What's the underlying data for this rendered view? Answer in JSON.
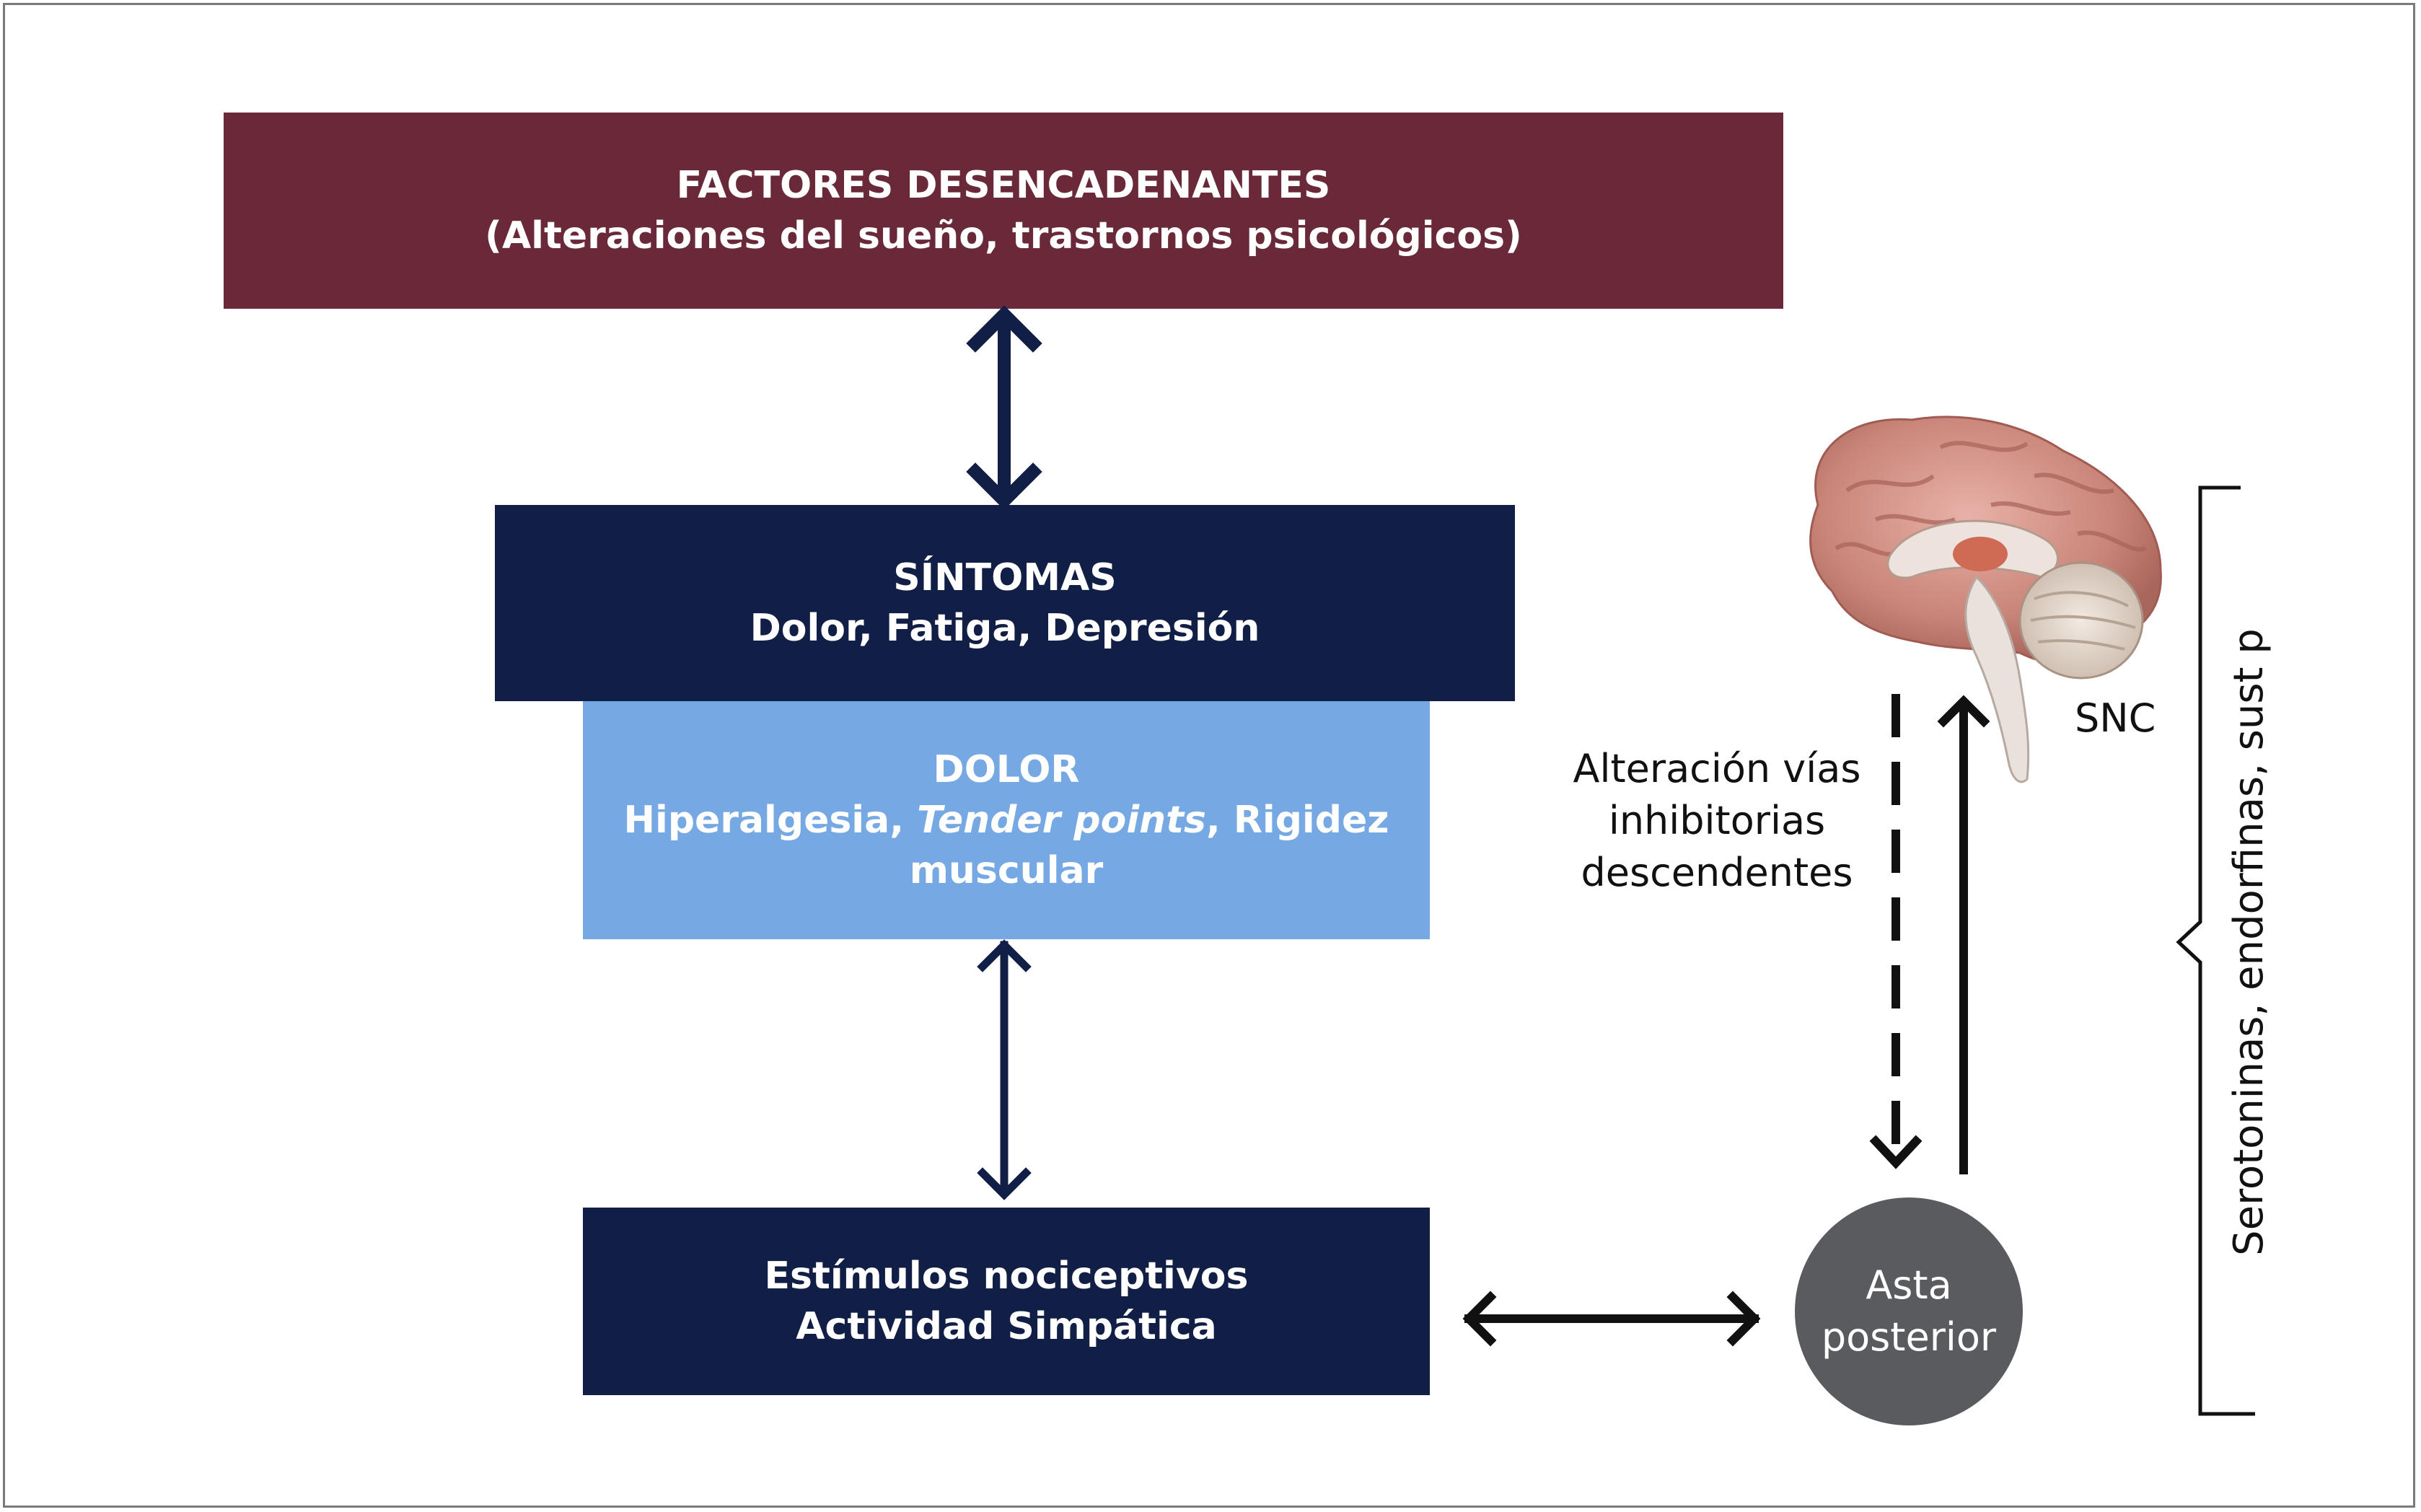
{
  "factores": {
    "title": "FACTORES DESENCADENANTES",
    "subtitle": "(Alteraciones del sueño, trastornos psicológicos)"
  },
  "sintomas": {
    "title": "SÍNTOMAS",
    "subtitle": "Dolor, Fatiga, Depresión"
  },
  "dolor": {
    "title": "DOLOR",
    "line1_a": "Hiperalgesia, ",
    "line1_b": "Tender points",
    "line1_c": ", Rigidez",
    "line2": "muscular"
  },
  "estimulos": {
    "line1": "Estímulos nociceptivos",
    "line2": "Actividad Simpática"
  },
  "alteracion": {
    "line1": "Alteración vías",
    "line2": "inhibitorias",
    "line3": "descendentes"
  },
  "snc": "SNC",
  "asta": {
    "line1": "Asta",
    "line2": "posterior"
  },
  "bracket_label": "Serotoninas, endorfinas, sust p",
  "colors": {
    "factores_bg": "#6a2939",
    "navy": "#111e45",
    "light_blue": "#76a9e3",
    "asta_gray": "#5a5b5f"
  },
  "icons": [
    "brain-icon"
  ]
}
